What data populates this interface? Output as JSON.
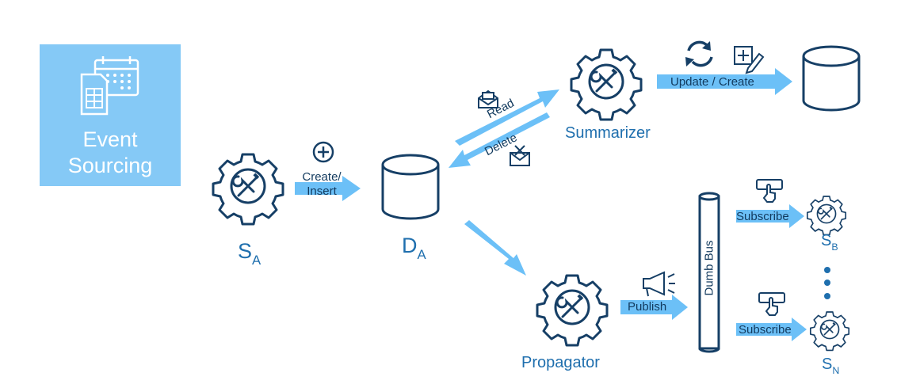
{
  "title": {
    "line1": "Event",
    "line2": "Sourcing",
    "icon": "calendar-spreadsheet-icon"
  },
  "nodes": {
    "sa": {
      "main": "S",
      "sub": "A",
      "icon": "gear-tools-icon"
    },
    "da": {
      "main": "D",
      "sub": "A",
      "icon": "database-icon"
    },
    "summarizer": {
      "label": "Summarizer",
      "icon": "gear-tools-icon"
    },
    "summary_db": {
      "icon": "database-icon"
    },
    "propagator": {
      "label": "Propagator",
      "icon": "gear-tools-icon"
    },
    "bus": {
      "label": "Dumb Bus"
    },
    "sb": {
      "main": "S",
      "sub": "B",
      "icon": "gear-tools-icon"
    },
    "sn": {
      "main": "S",
      "sub": "N",
      "icon": "gear-tools-icon"
    },
    "ellipsis": "•\n•\n•"
  },
  "arrows": {
    "create_insert": {
      "line1": "Create/",
      "line2": "Insert",
      "icon": "plus-circle-icon"
    },
    "read": {
      "label": "Read",
      "icon": "open-mail-icon"
    },
    "delete": {
      "label": "Delete",
      "icon": "mail-delete-icon"
    },
    "update_create": {
      "label": "Update / Create",
      "icons": [
        "refresh-icon",
        "edit-add-icon"
      ]
    },
    "publish": {
      "label": "Publish",
      "icon": "megaphone-icon"
    },
    "subscribe_b": {
      "label": "Subscribe",
      "icon": "click-button-icon"
    },
    "subscribe_n": {
      "label": "Subscribe",
      "icon": "click-button-icon"
    }
  },
  "colors": {
    "accent_light": "#85c9f6",
    "arrow": "#6cc0f7",
    "dark_navy": "#163f66",
    "label_blue": "#1f6fae"
  }
}
